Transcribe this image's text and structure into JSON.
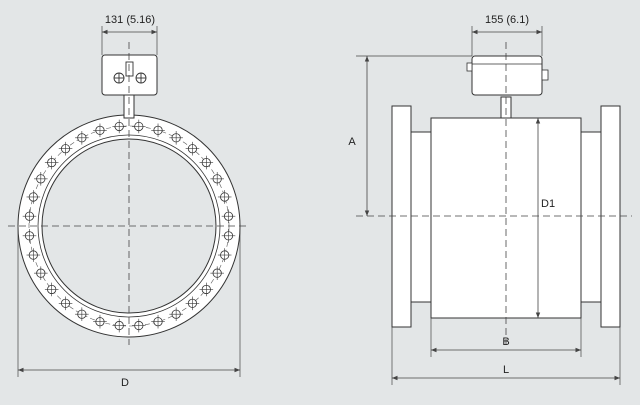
{
  "dimensions": {
    "head_width_front": "131 (5.16)",
    "head_width_side": "155 (6.1)",
    "height_A": "A",
    "bore_D1": "D1",
    "flange_D": "D",
    "body_B": "B",
    "length_L": "L"
  },
  "colors": {
    "background": "#e3e6e7",
    "part_fill": "#ffffff",
    "outline": "#333333",
    "dimension_line": "#444444"
  },
  "bolt_count": 32
}
